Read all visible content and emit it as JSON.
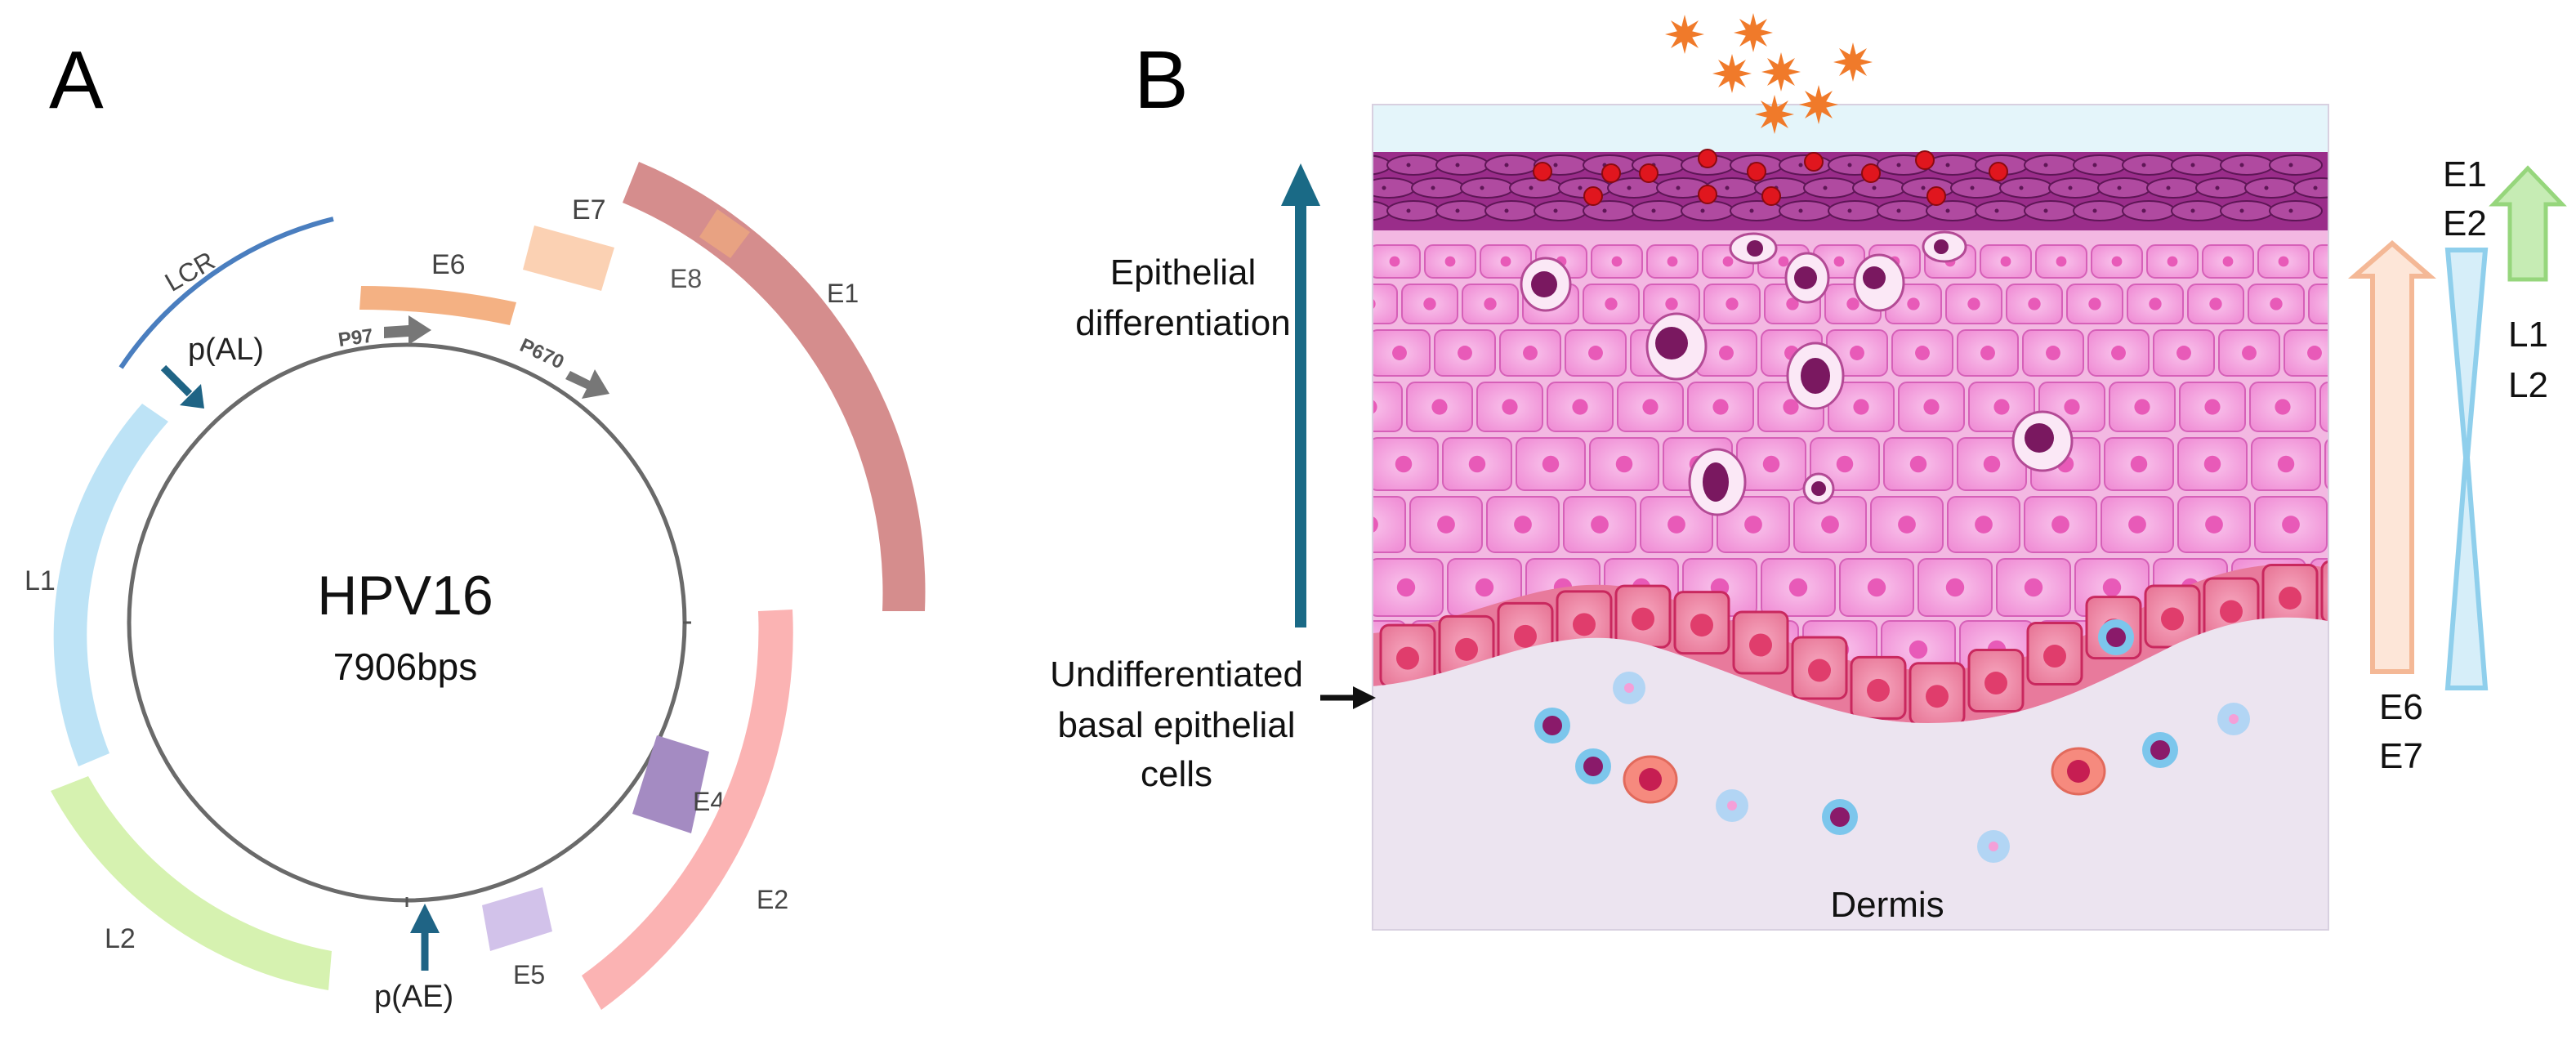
{
  "panel_a": {
    "letter": "A",
    "genome_name": "HPV16",
    "genome_size": "7906bps",
    "labels": {
      "lcr": "LCR",
      "e7": "E7",
      "e6": "E6",
      "e8": "E8",
      "e1": "E1",
      "p97": "P97",
      "p670": "P670",
      "pal": "p(AL)",
      "l1": "L1",
      "e4": "E4",
      "l2": "L2",
      "e5": "E5",
      "e2": "E2",
      "pae": "p(AE)"
    },
    "colors": {
      "lcr": "#4a7ebf",
      "e6": "#f4b183",
      "e7": "#fbd1b3",
      "e8": "#e8a282",
      "e1": "#d58d8d",
      "e2": "#fbb3b3",
      "e4": "#a48bc2",
      "e5": "#d2c2ea",
      "l1": "#bde3f6",
      "l2": "#d6f2b0",
      "promoter": "#1f6485",
      "genome": "#555555"
    }
  },
  "panel_b": {
    "letter": "B",
    "epithelial_label_line1": "Epithelial",
    "epithelial_label_line2": "differentiation",
    "basal_label_line1": "Undifferentiated",
    "basal_label_line2": "basal epithelial",
    "basal_label_line3": "cells",
    "dermis_label": "Dermis",
    "expression": {
      "e1_label": "E1",
      "e2_label": "E2",
      "l1_label": "L1",
      "l2_label": "L2",
      "e6_label": "E6",
      "e7_label": "E7"
    },
    "colors": {
      "differentiation_arrow": "#1a6a86",
      "virion": "#f07a2a",
      "cornified": "#9a2d8a",
      "cell_fill": "#f4a0de",
      "cell_nucleus": "#e85ab8",
      "basal_fill": "#ec8aa8",
      "basal_nucleus": "#e03d6c",
      "dermis": "#ece4f0",
      "e6e7_arrow": "#f8c6a8",
      "e1e2_bar": "#9fd6ef",
      "l1l2_arrow": "#a6e08c"
    }
  }
}
